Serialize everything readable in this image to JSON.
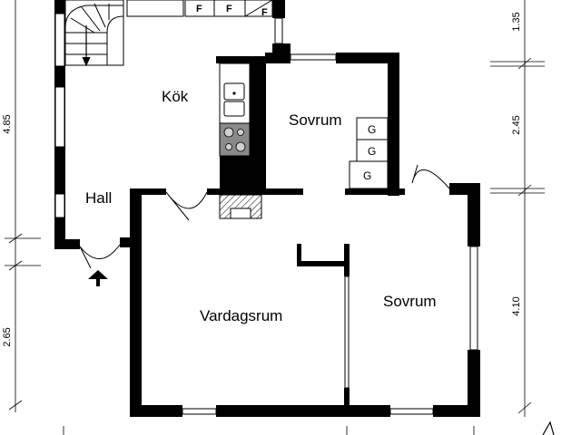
{
  "rooms": {
    "kok": "Kök",
    "sovrum_top": "Sovrum",
    "hall": "Hall",
    "vardagsrum": "Vardagsrum",
    "sovrum_right": "Sovrum"
  },
  "dimensions": {
    "left_upper": "4.85",
    "left_lower": "2.65",
    "right_top": "1.35",
    "right_mid": "2.45",
    "right_lower": "4.10"
  },
  "fixtures": {
    "closet_top_labels": [
      "F",
      "F",
      "F"
    ],
    "closet_right_labels": [
      "G",
      "G",
      "G"
    ]
  }
}
